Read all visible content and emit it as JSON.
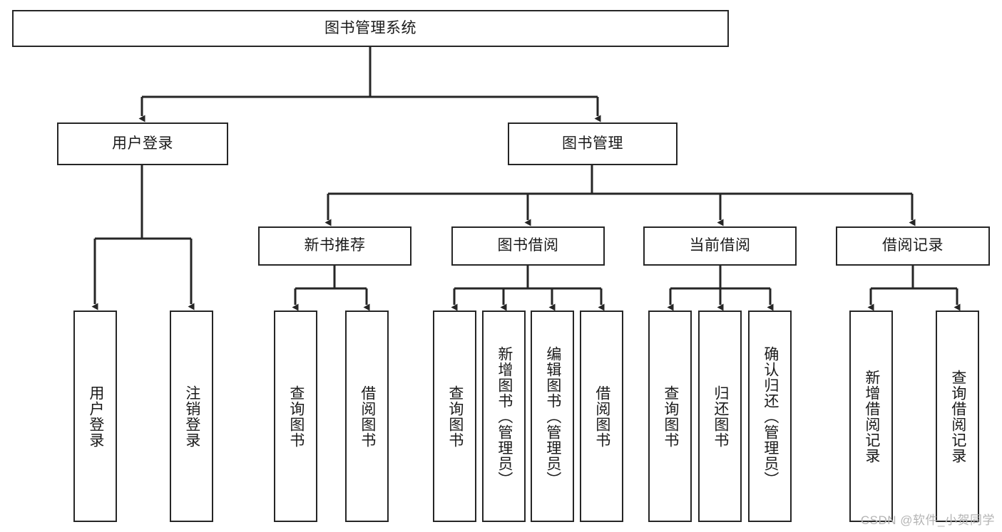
{
  "diagram": {
    "type": "tree-hierarchy",
    "title": "图书管理系统",
    "root": {
      "id": "root",
      "label": "图书管理系统"
    },
    "level2": [
      {
        "id": "user-login",
        "label": "用户登录"
      },
      {
        "id": "book-manage",
        "label": "图书管理"
      }
    ],
    "level3": [
      {
        "id": "new-book-recommend",
        "label": "新书推荐",
        "parent": "book-manage"
      },
      {
        "id": "book-borrow",
        "label": "图书借阅",
        "parent": "book-manage"
      },
      {
        "id": "current-borrow",
        "label": "当前借阅",
        "parent": "book-manage"
      },
      {
        "id": "borrow-record",
        "label": "借阅记录",
        "parent": "book-manage"
      }
    ],
    "leaves": [
      {
        "id": "leaf-user-login",
        "label": "用户登录",
        "parent": "user-login"
      },
      {
        "id": "leaf-user-logout",
        "label": "注销登录",
        "parent": "user-login"
      },
      {
        "id": "leaf-query-book-1",
        "label": "查询图书",
        "parent": "new-book-recommend"
      },
      {
        "id": "leaf-borrow-book-1",
        "label": "借阅图书",
        "parent": "new-book-recommend"
      },
      {
        "id": "leaf-query-book-2",
        "label": "查询图书",
        "parent": "book-borrow"
      },
      {
        "id": "leaf-add-book",
        "label": "新增图书（管理员）",
        "parent": "book-borrow"
      },
      {
        "id": "leaf-edit-book",
        "label": "编辑图书（管理员）",
        "parent": "book-borrow"
      },
      {
        "id": "leaf-borrow-book-2",
        "label": "借阅图书",
        "parent": "book-borrow"
      },
      {
        "id": "leaf-query-book-3",
        "label": "查询图书",
        "parent": "current-borrow"
      },
      {
        "id": "leaf-return-book",
        "label": "归还图书",
        "parent": "current-borrow"
      },
      {
        "id": "leaf-confirm-return",
        "label": "确认归还（管理员）",
        "parent": "current-borrow"
      },
      {
        "id": "leaf-add-record",
        "label": "新增借阅记录",
        "parent": "borrow-record"
      },
      {
        "id": "leaf-query-record",
        "label": "查询借阅记录",
        "parent": "borrow-record"
      }
    ],
    "watermark": "CSDN @软件_小贺同学",
    "colors": {
      "stroke": "#262626",
      "fill": "#ffffff",
      "text": "#1a1a1a",
      "watermark": "#b4b4b4"
    }
  }
}
